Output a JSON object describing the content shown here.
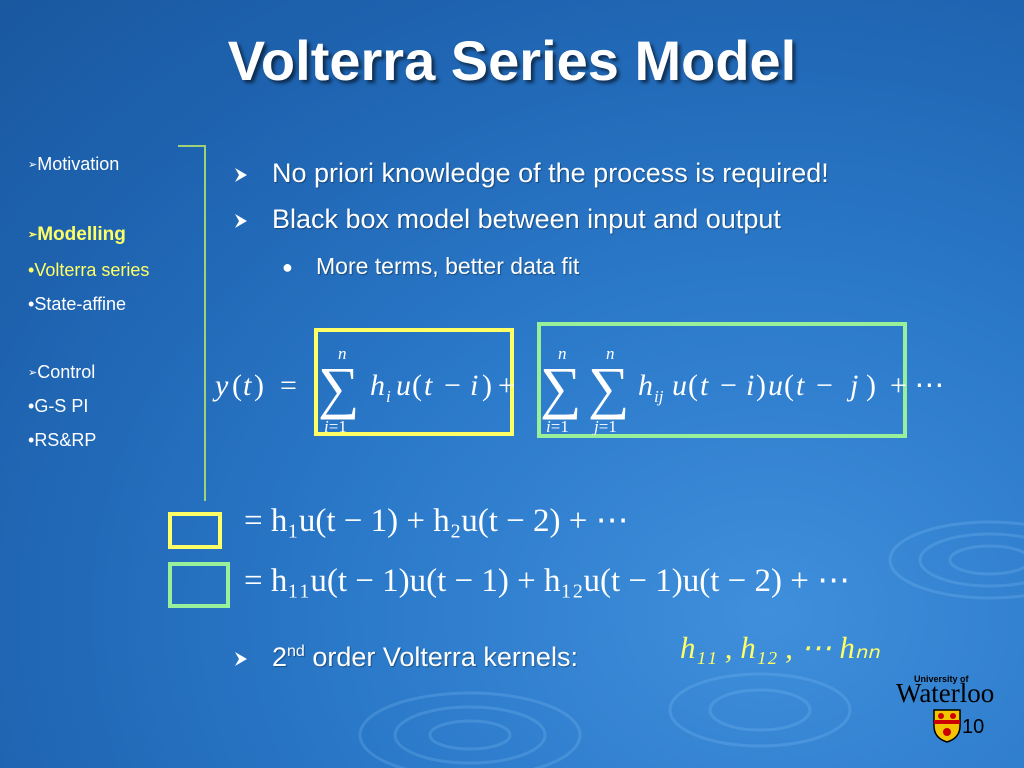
{
  "title": "Volterra Series Model",
  "sidebar": {
    "items": [
      {
        "label": "Motivation",
        "marker": "➢"
      },
      {
        "label": "Modelling",
        "marker": "➢"
      },
      {
        "label": "Volterra series",
        "marker": "•"
      },
      {
        "label": "State-affine",
        "marker": "•"
      },
      {
        "label": "Control",
        "marker": "➢"
      },
      {
        "label": "G-S PI",
        "marker": "•"
      },
      {
        "label": "RS&RP",
        "marker": "•"
      }
    ]
  },
  "bullets": [
    {
      "text": "No priori knowledge of the process is required!"
    },
    {
      "text": "Black box model between input and output"
    },
    {
      "text": "More terms, better data fit"
    }
  ],
  "kernels_bullet": {
    "prefix": "2",
    "superscript": "nd",
    "text": " order Volterra kernels:"
  },
  "equations": {
    "main_lhs": "y(t) =",
    "main_rest": "+ ⋯",
    "line1": "= h₁u(t − 1) + h₂u(t − 2) + ⋯",
    "line2": "= h₁₁u(t − 1)u(t − 1) + h₁₂u(t − 1)u(t − 2) + ⋯",
    "kernels": "h₁₁ , h₁₂ , ⋯ hₙₙ"
  },
  "logo": {
    "small": "University of",
    "big": "Waterloo"
  },
  "page_number": "10",
  "colors": {
    "yellow_box": "#ffff66",
    "green_box": "#99f09a",
    "sidebar_highlight": "#ffff66",
    "kernel_text": "#ffff66"
  }
}
